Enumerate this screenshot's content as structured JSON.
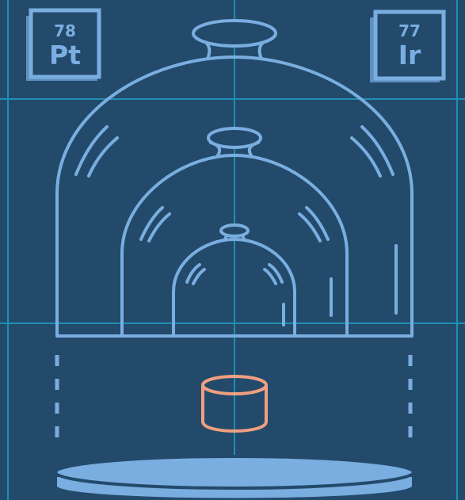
{
  "colors": {
    "background": "#234a6b",
    "grid": "#1f8fb4",
    "line": "#7aaee0",
    "fill_light": "#7aaee0",
    "fill_dark": "#234a6b",
    "shadow": "#5e90c0",
    "accent": "#f0a080"
  },
  "elements": [
    {
      "number": "78",
      "symbol": "Pt"
    },
    {
      "number": "77",
      "symbol": "Ir"
    }
  ],
  "icons": {
    "left_tile": "element-tile-icon",
    "right_tile": "element-tile-icon",
    "bell_jars": "bell-jar-icon",
    "cylinder": "cylinder-icon",
    "base": "platform-icon"
  }
}
